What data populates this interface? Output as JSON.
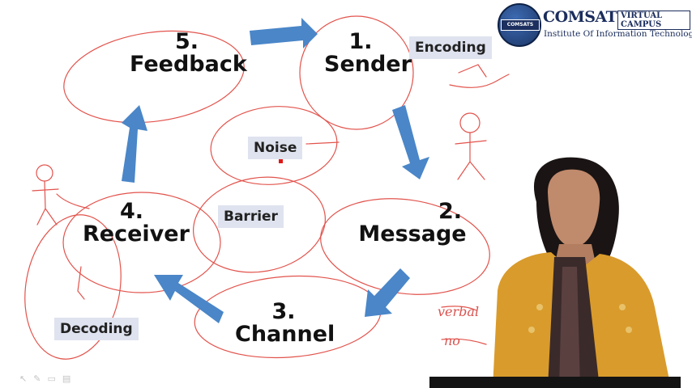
{
  "slide": {
    "stages": [
      {
        "number": "1.",
        "name": "Sender"
      },
      {
        "number": "2.",
        "name": "Message"
      },
      {
        "number": "3.",
        "name": "Channel"
      },
      {
        "number": "4.",
        "name": "Receiver"
      },
      {
        "number": "5.",
        "name": "Feedback"
      }
    ],
    "tags": {
      "encoding": "Encoding",
      "noise": "Noise",
      "barrier": "Barrier",
      "decoding": "Decoding"
    },
    "annotations": {
      "verbal": "verbal",
      "non": "no"
    },
    "arrow_color": "#4a86c8",
    "ink_color": "#e2534c"
  },
  "logo": {
    "brand": "COMSATS",
    "badge": "VIRTUAL CAMPUS",
    "seal_text": "COMSATS",
    "institute": "Institute Of Information Technology"
  },
  "toolbar": {
    "icons": [
      "pointer-icon",
      "pen-icon",
      "eraser-icon",
      "menu-icon"
    ]
  }
}
